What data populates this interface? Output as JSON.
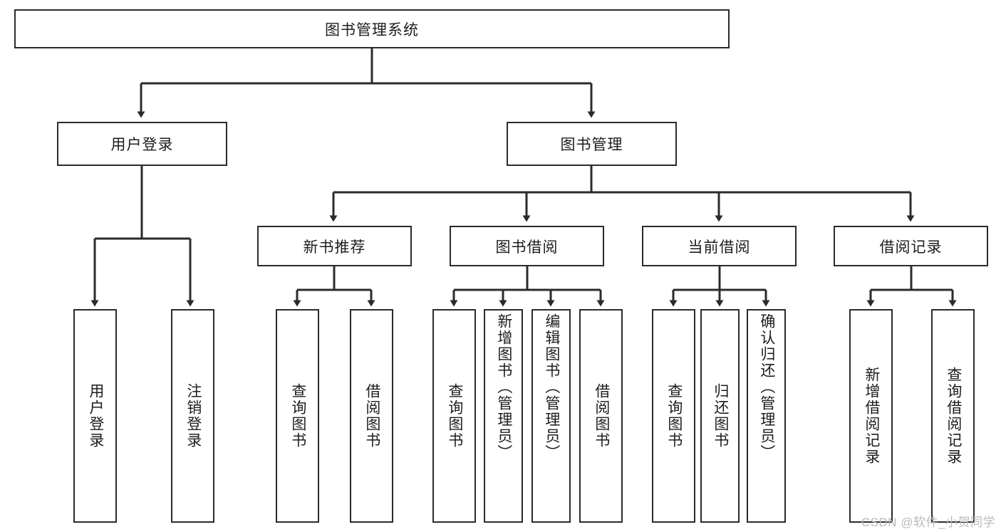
{
  "diagram": {
    "type": "tree-hierarchy-chart",
    "title": "图书管理系统",
    "background_color": "#ffffff",
    "line_color": "#2b2b2b",
    "text_color": "#1d1d1d",
    "root": {
      "label": "图书管理系统"
    },
    "level2": [
      {
        "label": "用户登录"
      },
      {
        "label": "图书管理"
      }
    ],
    "level3": [
      {
        "label": "新书推荐"
      },
      {
        "label": "图书借阅"
      },
      {
        "label": "当前借阅"
      },
      {
        "label": "借阅记录"
      }
    ],
    "leaves": {
      "user_login": [
        {
          "label": "用户登录"
        },
        {
          "label": "注销登录"
        }
      ],
      "new_book_recommend": [
        {
          "label": "查询图书"
        },
        {
          "label": "借阅图书"
        }
      ],
      "book_borrow": [
        {
          "label": "查询图书"
        },
        {
          "label": "新增图书（管理员）"
        },
        {
          "label": "编辑图书（管理员）"
        },
        {
          "label": "借阅图书"
        }
      ],
      "current_borrow": [
        {
          "label": "查询图书"
        },
        {
          "label": "归还图书"
        },
        {
          "label": "确认归还（管理员）"
        }
      ],
      "borrow_record": [
        {
          "label": "新增借阅记录"
        },
        {
          "label": "查询借阅记录"
        }
      ]
    }
  },
  "watermark": {
    "text": "CSDN @软件_小贺同学"
  }
}
